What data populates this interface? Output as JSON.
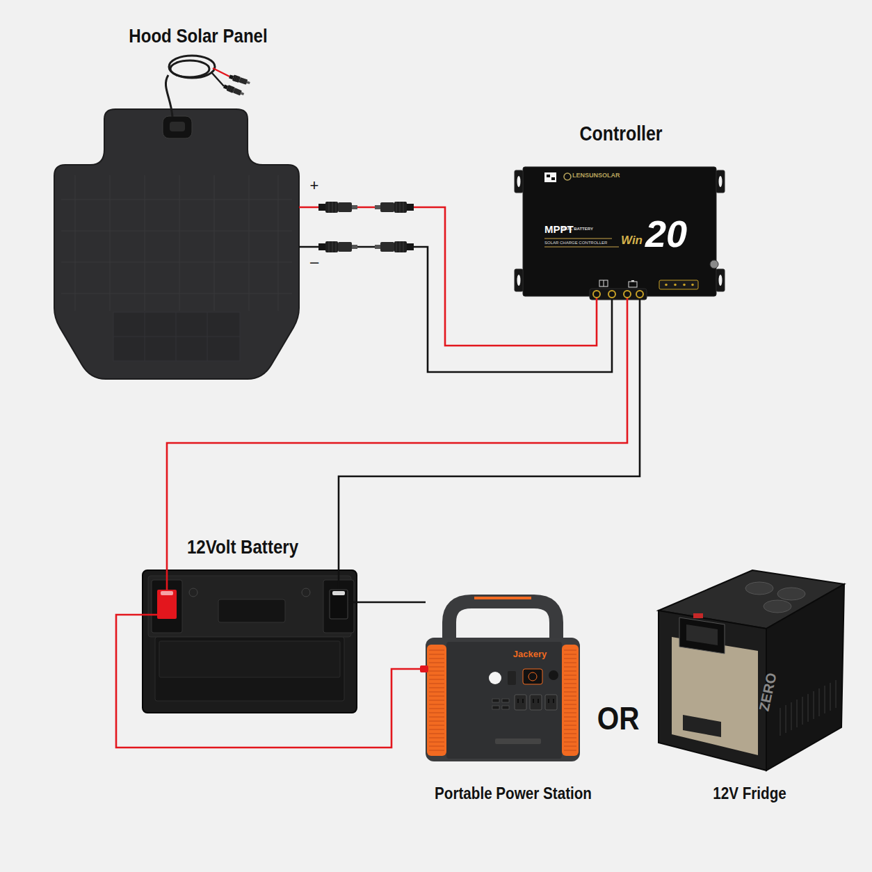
{
  "diagram": {
    "nodes": [
      {
        "text": [
          "Hood Solar Panel"
        ]
      },
      {
        "text": [
          "Controller"
        ]
      },
      {
        "text": [
          "12Volt Battery"
        ]
      },
      {
        "text": [
          "Portable Power Station"
        ]
      },
      {
        "text": [
          "12V Fridge"
        ]
      }
    ],
    "edges": [
      {
        "from": 0,
        "to": 1,
        "arrow": "none"
      },
      {
        "from": 0,
        "to": 1,
        "arrow": "none"
      },
      {
        "from": 1,
        "to": 2,
        "arrow": "none"
      },
      {
        "from": 1,
        "to": 2,
        "arrow": "none"
      },
      {
        "from": 2,
        "to": 3,
        "arrow": "none"
      },
      {
        "from": 2,
        "to": 3,
        "arrow": "none"
      }
    ],
    "labels": [
      "+",
      "–",
      "LENSUNSOLAR",
      "DUAL BATTERY",
      "MPPT",
      "SOLAR CHARGE CONTROLLER",
      "Win",
      "20",
      "Jackery",
      "OR",
      "ZERO"
    ]
  }
}
